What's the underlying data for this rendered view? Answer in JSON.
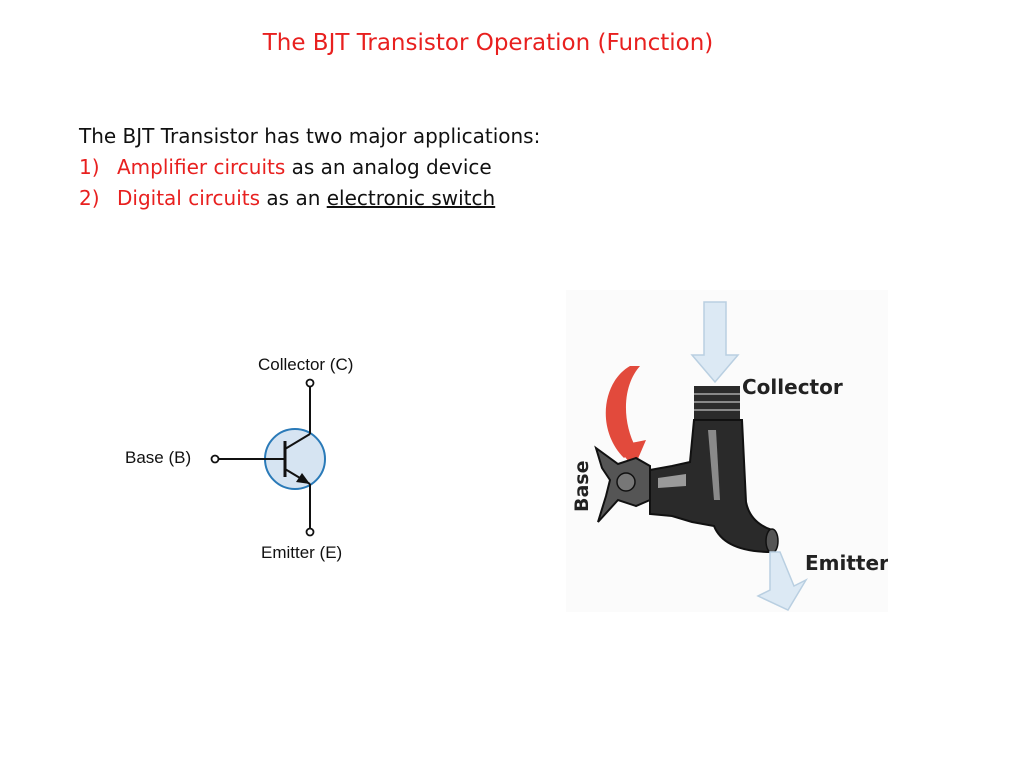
{
  "slide": {
    "title": "The BJT Transistor Operation (Function)",
    "intro": "The BJT Transistor has two major applications:",
    "items": [
      {
        "num": "1)",
        "highlight": "Amplifier circuits",
        "rest": " as an analog device",
        "underlined": ""
      },
      {
        "num": "2)",
        "highlight": "Digital circuits",
        "rest": " as an ",
        "underlined": "electronic switch"
      }
    ]
  },
  "symbol": {
    "collector": "Collector (C)",
    "base": "Base (B)",
    "emitter": "Emitter (E)"
  },
  "faucet": {
    "collector": "Collector",
    "base": "Base",
    "emitter": "Emitter"
  },
  "colors": {
    "accent": "#e8201f",
    "circle_fill": "#d6e4f2",
    "circle_stroke": "#2a7ab8",
    "arrow_fill": "#dce9f4"
  }
}
